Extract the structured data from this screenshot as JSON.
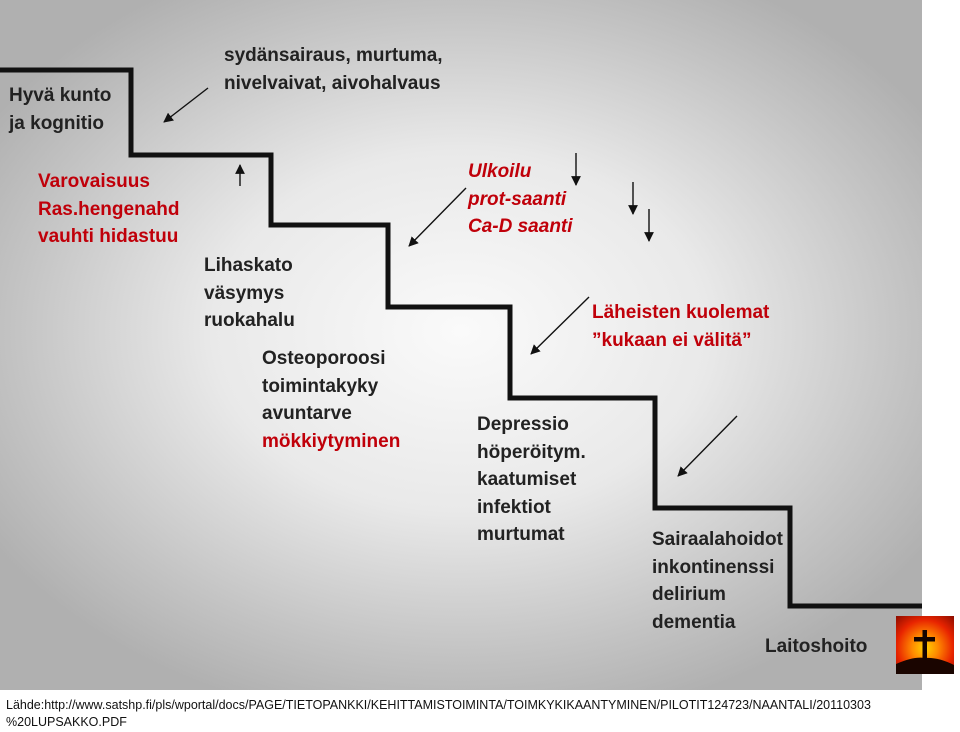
{
  "colors": {
    "accent_red": "#c0000a",
    "text": "#222222",
    "stairs": "#111111"
  },
  "labels": {
    "start": {
      "lines": [
        "Hyvä kunto",
        "ja kognitio"
      ]
    },
    "diseases": {
      "lines": [
        "sydänsairaus, murtuma,",
        "nivelvaivat, aivohalvaus"
      ]
    },
    "caution": {
      "lines": [
        "Varovaisuus",
        "Ras.hengenahd",
        "vauhti hidastuu"
      ]
    },
    "muscle": {
      "lines": [
        "Lihaskato",
        "väsymys",
        "ruokahalu"
      ]
    },
    "osteo": {
      "lines": [
        "Osteoporoosi",
        "toimintakyky",
        "avuntarve"
      ],
      "last_red": "mökkiytyminen"
    },
    "outdoor": {
      "lines": [
        "Ulkoilu",
        "prot-saanti",
        "Ca-D saanti"
      ]
    },
    "loss": {
      "lines": [
        "Läheisten kuolemat",
        "”kukaan ei välitä”"
      ]
    },
    "depression": {
      "lines": [
        "Depressio",
        "höperöitym.",
        "kaatumiset",
        "infektiot",
        "murtumat"
      ]
    },
    "hospital": {
      "lines": [
        "Sairaalahoidot",
        "inkontinenssi",
        "delirium",
        "dementia"
      ]
    },
    "care_home": "Laitoshoito"
  },
  "icons": {
    "end": "cross-sunset-icon",
    "arrows": [
      "arrow-diagonal-icon",
      "arrow-up-icon",
      "arrow-down-icon"
    ]
  },
  "source_text": "Lähde:http://www.satshp.fi/pls/wportal/docs/PAGE/TIETOPANKKI/KEHITTAMISTOIMINTA/TOIMKYKIKAANTYMINEN/PILOTIT124723/NAANTALI/20110303 %20LUPSAKKO.PDF"
}
